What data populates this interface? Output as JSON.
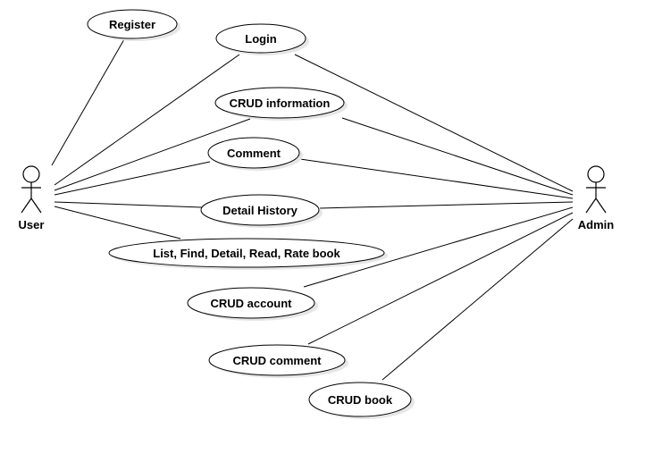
{
  "actors": {
    "user": {
      "label": "User"
    },
    "admin": {
      "label": "Admin"
    }
  },
  "use_cases": {
    "register": "Register",
    "login": "Login",
    "crud_information": "CRUD information",
    "comment": "Comment",
    "detail_history": "Detail History",
    "list_find": "List, Find, Detail, Read, Rate book",
    "crud_account": "CRUD account",
    "crud_comment": "CRUD comment",
    "crud_book": "CRUD book"
  },
  "associations": {
    "user": [
      "register",
      "login",
      "crud_information",
      "comment",
      "detail_history",
      "list_find"
    ],
    "admin": [
      "login",
      "crud_information",
      "comment",
      "detail_history",
      "crud_account",
      "crud_comment",
      "crud_book"
    ]
  },
  "colors": {
    "stroke": "#000000",
    "fill": "#ffffff",
    "shadow": "#e6e6e6"
  }
}
